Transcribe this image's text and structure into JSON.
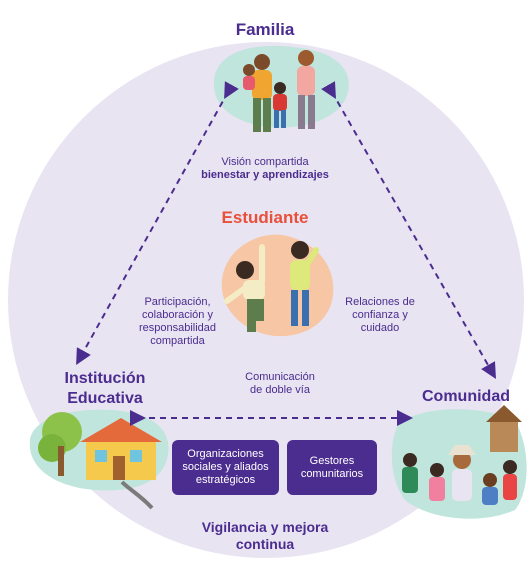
{
  "nodes": {
    "familia": "Familia",
    "estudiante": "Estudiante",
    "institucion_line1": "Institución",
    "institucion_line2": "Educativa",
    "comunidad": "Comunidad"
  },
  "edge_labels": {
    "top_line1": "Visión compartida",
    "top_line2": "bienestar y aprendizajes",
    "left_line1": "Participación,",
    "left_line2": "colaboración y",
    "left_line3": "responsabilidad",
    "left_line4": "compartida",
    "right_line1": "Relaciones de",
    "right_line2": "confianza y",
    "right_line3": "cuidado",
    "bottom_line1": "Comunicación",
    "bottom_line2": "de doble vía"
  },
  "boxes": {
    "org_line1": "Organizaciones",
    "org_line2": "sociales y aliados",
    "org_line3": "estratégicos",
    "gestores_line1": "Gestores",
    "gestores_line2": "comunitarios"
  },
  "footer": {
    "line1": "Vigilancia y mejora",
    "line2": "continua"
  },
  "colors": {
    "circle": "#e8e4f2",
    "purple": "#4b2c8f",
    "accent_red": "#e8503a",
    "blob_green": "#bfe5dc",
    "blob_peach": "#f7c6a4"
  }
}
